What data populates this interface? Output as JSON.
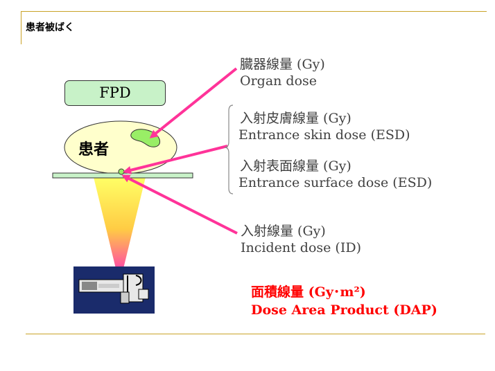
{
  "title": "患者被ばく",
  "fpd_label": "FPD",
  "patient_label": "患者",
  "labels": {
    "organ_ja": "臓器線量 (Gy)",
    "organ_en": "Organ dose",
    "esd_skin_ja": "入射皮膚線量 (Gy)",
    "esd_skin_en": "Entrance skin dose (ESD)",
    "esd_surface_ja": "入射表面線量 (Gy)",
    "esd_surface_en": "Entrance surface dose (ESD)",
    "incident_ja": "入射線量 (Gy)",
    "incident_en": "Incident dose (ID)",
    "dap_ja": "面積線量 (Gy･m²)",
    "dap_en": "Dose Area Product (DAP)"
  },
  "colors": {
    "arrow": "#ff3399",
    "rule": "#c9a227",
    "dap": "#ff0000",
    "fpd_fill": "#c8f2c8",
    "patient_fill": "#ffffcc",
    "organ_fill": "#99ee66",
    "tube_bg": "#1a2b6b"
  },
  "icons": [
    "x-ray-tube-icon",
    "organ-icon",
    "surface-point-icon"
  ]
}
